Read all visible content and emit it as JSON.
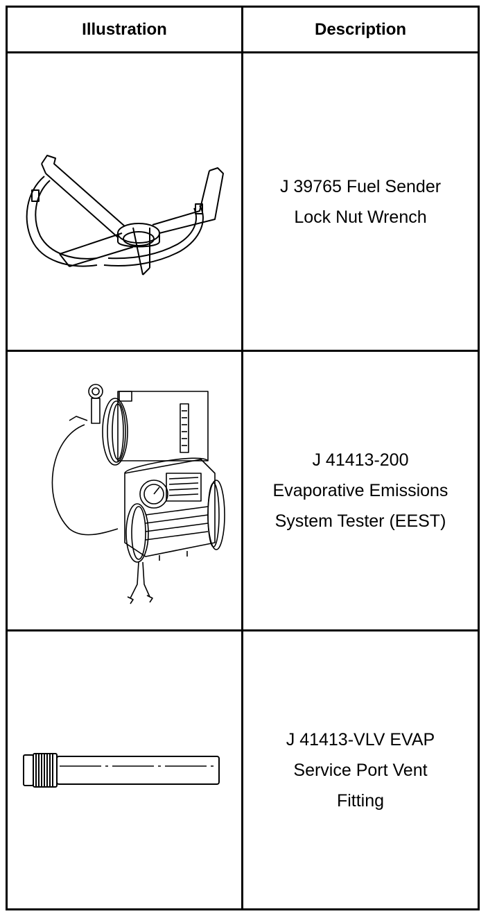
{
  "table": {
    "headers": [
      "Illustration",
      "Description"
    ],
    "rows": [
      {
        "illustration_icon": "fuel-sender-lock-nut-wrench-icon",
        "description_lines": [
          "J 39765 Fuel Sender",
          "Lock Nut Wrench"
        ]
      },
      {
        "illustration_icon": "evap-emissions-system-tester-icon",
        "description_lines": [
          "J 41413-200",
          "Evaporative Emissions",
          "System Tester (EEST)"
        ]
      },
      {
        "illustration_icon": "service-port-vent-fitting-icon",
        "description_lines": [
          "J 41413-VLV EVAP",
          "Service Port Vent",
          "Fitting"
        ]
      }
    ]
  }
}
